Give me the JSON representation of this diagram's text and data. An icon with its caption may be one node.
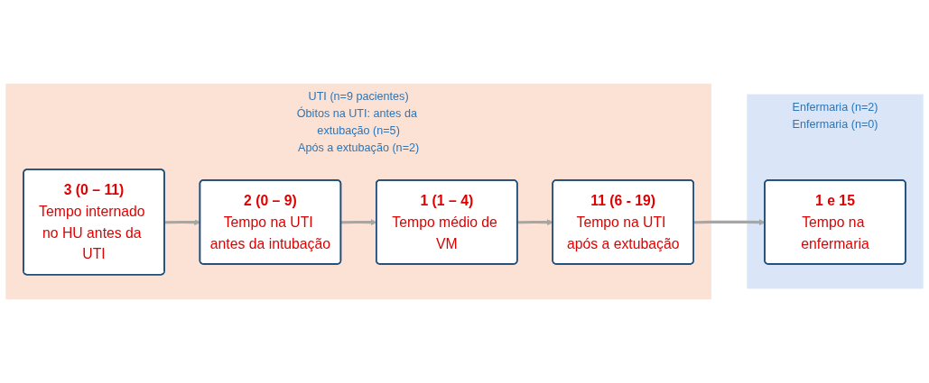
{
  "diagram": {
    "nodes": [
      {
        "text": [
          "UTI (n=9 pacientes)",
          "Óbitos na UTI: antes da extubação (n=5)",
          "Após a extubação (n=2)"
        ]
      },
      {
        "text": [
          "3 (0 – 11)",
          "Tempo internado no HU antes da UTI"
        ],
        "in": 0
      },
      {
        "text": [
          "2 (0 – 9)",
          "Tempo na UTI antes da intubação"
        ],
        "in": 0
      },
      {
        "text": [
          "1 (1 – 4)",
          "Tempo médio de VM"
        ],
        "in": 0
      },
      {
        "text": [
          "11 (6 - 19)",
          "Tempo na UTI após a extubação"
        ],
        "in": 0
      },
      {
        "text": [
          "Enfermaria (n=2)",
          "Enfermaria (n=0)"
        ]
      },
      {
        "text": [
          "1 e 15",
          "Tempo na enfermaria"
        ],
        "in": 5
      }
    ],
    "edges": [
      {
        "from": 1,
        "to": 2,
        "arrow": "to"
      },
      {
        "from": 2,
        "to": 3,
        "arrow": "to"
      },
      {
        "from": 3,
        "to": 4,
        "arrow": "to"
      },
      {
        "from": 4,
        "to": 6,
        "arrow": "to"
      }
    ]
  }
}
